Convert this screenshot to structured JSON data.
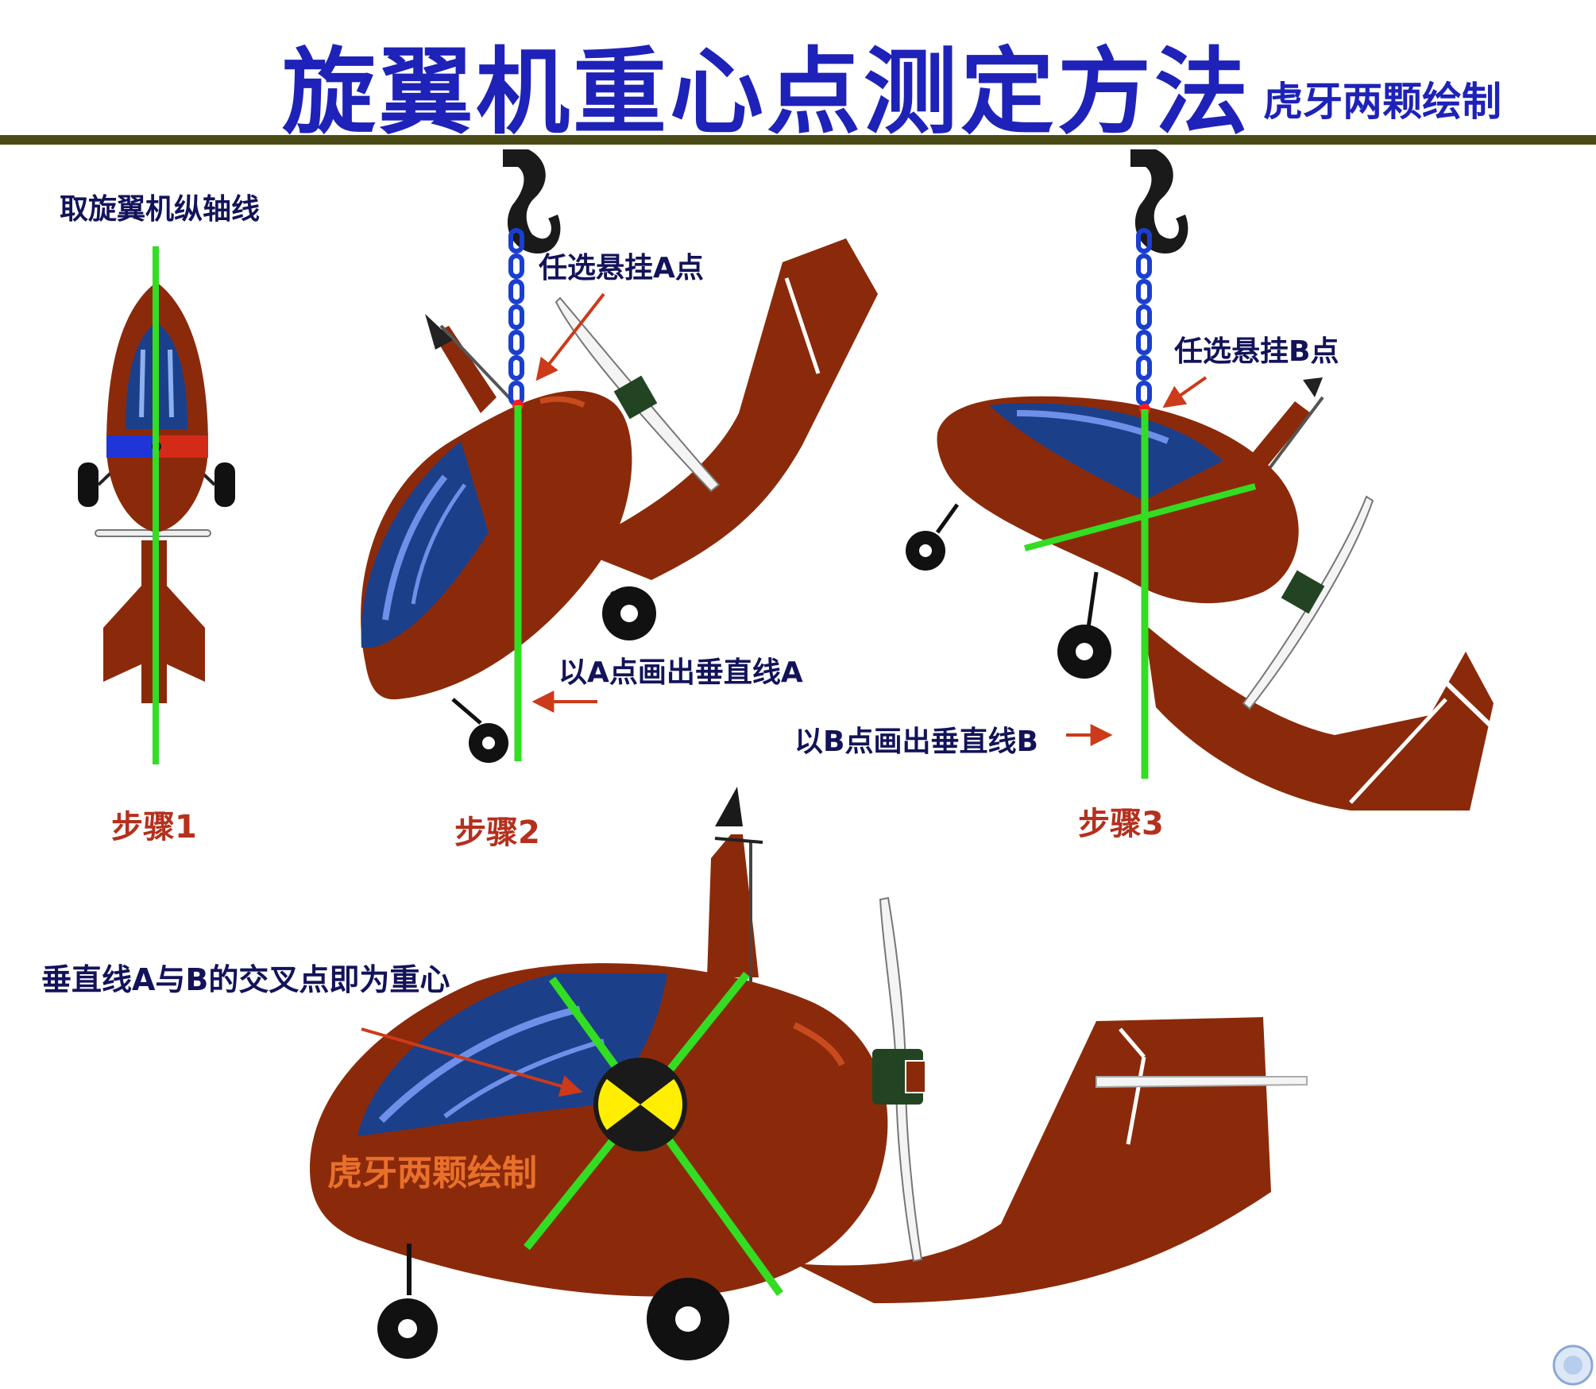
{
  "header": {
    "title": "旋翼机重心点测定方法",
    "author": "虎牙两颗绘制"
  },
  "labels": {
    "axis_label": "取旋翼机纵轴线",
    "point_a": "任选悬挂A点",
    "point_b": "任选悬挂B点",
    "line_a": "以A点画出垂直线A",
    "line_b": "以B点画出垂直线B",
    "intersection": "垂直线A与B的交叉点即为重心",
    "watermark": "虎牙两颗绘制"
  },
  "steps": [
    "步骤1",
    "步骤2",
    "步骤3"
  ],
  "colors": {
    "title": "#1e22b8",
    "divider": "#4a4a14",
    "body": "#8b2a0a",
    "canopy": "#1c3f8a",
    "plumb_line": "#33dd22",
    "chain": "#1a3fd0",
    "hook": "#1a1a1a",
    "arrow": "#cc3a1a",
    "cg_marker": "#ffee00",
    "step_text": "#b5301d",
    "watermark_text": "#e8702a"
  },
  "icons": [
    "hook-icon",
    "chain-icon",
    "cg-marker-icon",
    "arrow-icon",
    "propeller-icon",
    "wheel-icon"
  ]
}
